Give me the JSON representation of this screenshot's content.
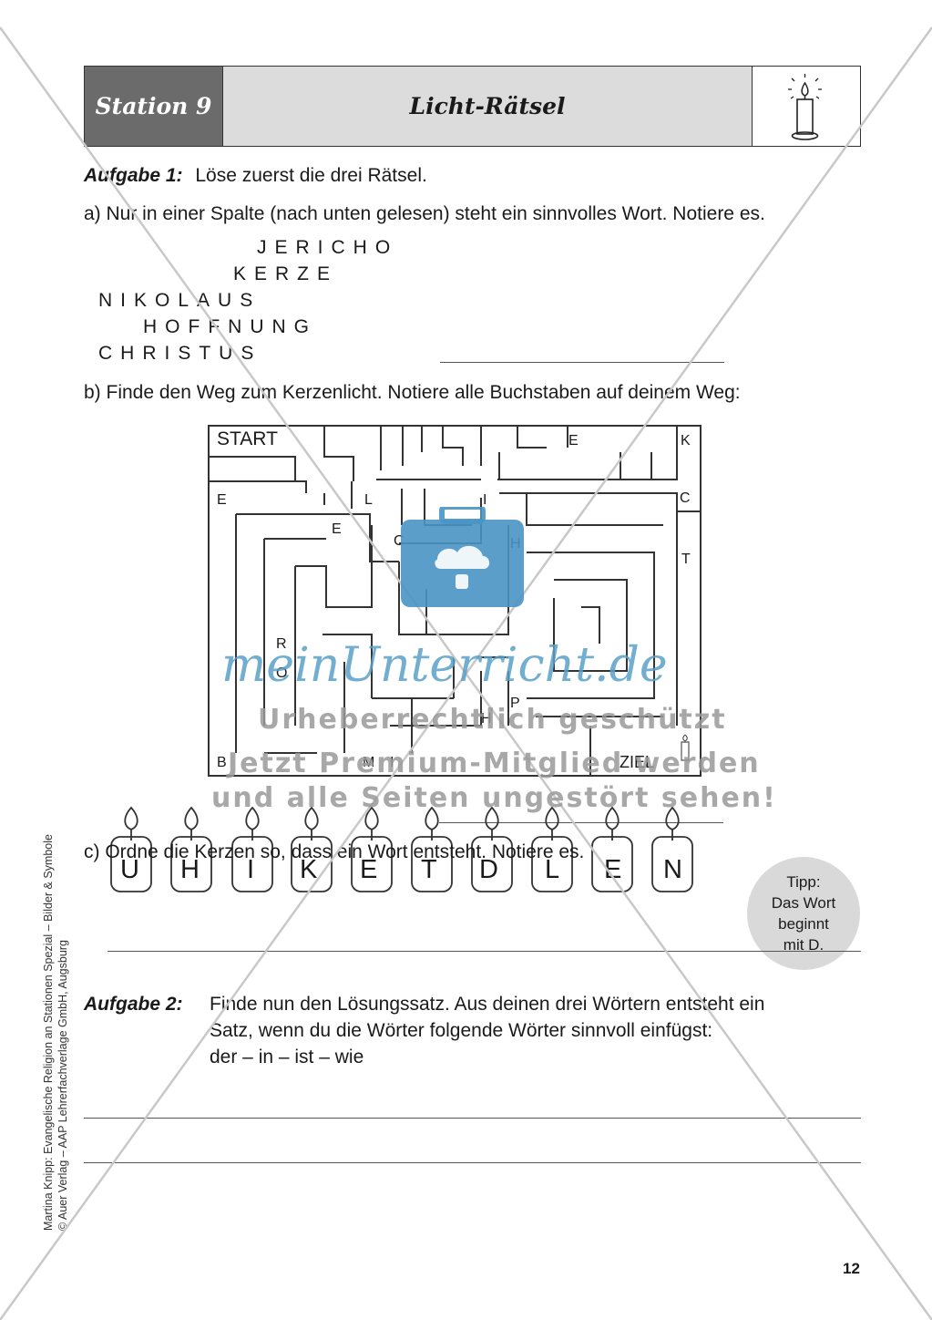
{
  "header": {
    "station": "Station 9",
    "title": "Licht-Rätsel"
  },
  "task1": {
    "label": "Aufgabe 1:",
    "text": "Löse zuerst die drei Rätsel.",
    "a_text": "a) Nur in einer Spalte (nach unten gelesen) steht ein sinnvolles Wort. Notiere es.",
    "words": [
      "JERICHO",
      "KERZE",
      "NIKOLAUS",
      "HOFFNUNG",
      "CHRISTUS"
    ],
    "b_text": "b) Finde den Weg zum Kerzenlicht. Notiere alle Buchstaben auf deinem Weg:",
    "c_text": "c) Ordne die Kerzen so, dass ein Wort entsteht. Notiere es."
  },
  "maze": {
    "start": "START",
    "goal": "ZIEL",
    "letters": [
      "E",
      "K",
      "E",
      "L",
      "I",
      "C",
      "E",
      "C",
      "H",
      "T",
      "R",
      "O",
      "P",
      "H",
      "B",
      "M",
      "I"
    ]
  },
  "candles": [
    "U",
    "H",
    "I",
    "K",
    "E",
    "T",
    "D",
    "L",
    "E",
    "N"
  ],
  "tip": {
    "lines": [
      "Tipp:",
      "Das Wort",
      "beginnt",
      "mit D."
    ]
  },
  "task2": {
    "label": "Aufgabe 2:",
    "line1": "Finde nun den Lösungssatz. Aus deinen drei Wörtern entsteht ein",
    "line2": "Satz, wenn du die Wörter folgende Wörter sinnvoll einfügst:",
    "line3": "der – in – ist – wie"
  },
  "footer": {
    "page_number": "12",
    "side_line1": "Martina Knipp: Evangelische Religion an Stationen Spezial – Bilder & Symbole",
    "side_line2": "© Auer Verlag – AAP Lehrerfachverlage GmbH, Augsburg"
  },
  "watermark": {
    "brand": "meinUnterricht.de",
    "line1": "Urheberrechtlich geschützt",
    "line2": "Jetzt Premium-Mitglied werden",
    "line3": "und alle Seiten ungestört sehen!"
  }
}
